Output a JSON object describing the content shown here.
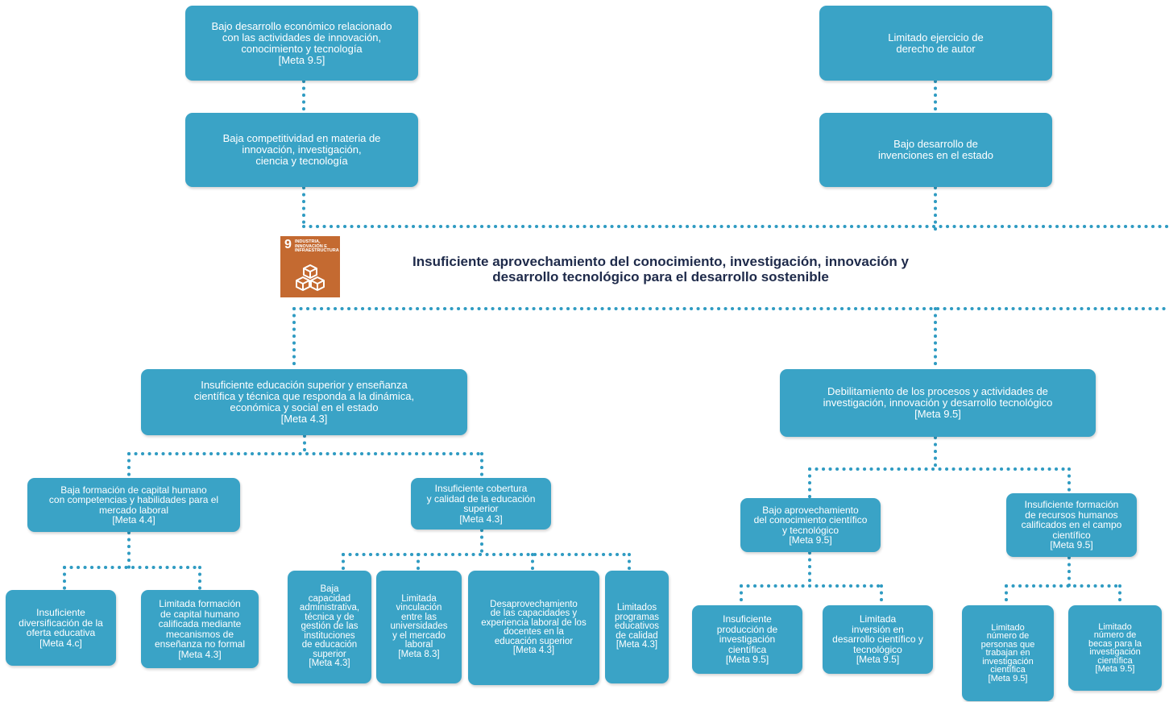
{
  "colors": {
    "box": "#3aa3c6",
    "dots": "#2f9bc2",
    "sdg": "#c46a31",
    "title": "#1e2a4a"
  },
  "sdg": {
    "number": "9",
    "label": "INDUSTRIA,\nINNOVACIÓN E\nINFRAESTRUCTURA",
    "icon": "cubes-icon"
  },
  "central_problem": "Insuficiente aprovechamiento del conocimiento, investigación, innovación y\ndesarrollo tecnológico para el desarrollo sostenible",
  "effects": {
    "left_top": {
      "text": "Bajo desarrollo económico relacionado\ncon las actividades de innovación,\nconocimiento y tecnología",
      "meta": "[Meta 9.5]"
    },
    "left_bottom": {
      "text": "Baja competitividad en materia de\ninnovación, investigación,\nciencia y tecnología"
    },
    "right_top": {
      "text": "Limitado ejercicio de\nderecho de autor"
    },
    "right_bottom": {
      "text": "Bajo desarrollo de\ninvenciones en el estado"
    }
  },
  "causes": {
    "left": {
      "text": "Insuficiente educación superior y enseñanza\ncientífica y técnica que responda a la dinámica,\neconómica y social en el estado",
      "meta": "[Meta 4.3]",
      "a": {
        "text": "Baja formación de capital humano\ncon competencias y habilidades para el\nmercado laboral",
        "meta": "[Meta 4.4]",
        "a1": {
          "text": "Insuficiente\ndiversificación de la\noferta educativa",
          "meta": "[Meta 4.c]"
        },
        "a2": {
          "text": "Limitada formación\nde capital humano\ncalificada mediante\nmecanismos de\nenseñanza no formal",
          "meta": "[Meta 4.3]"
        }
      },
      "b": {
        "text": "Insuficiente cobertura\ny calidad de la educación\nsuperior",
        "meta": "[Meta 4.3]",
        "b1": {
          "text": "Baja\ncapacidad\nadministrativa,\ntécnica y de\ngestión de las\ninstituciones\nde educación\nsuperior",
          "meta": "[Meta 4.3]"
        },
        "b2": {
          "text": "Limitada\nvinculación\nentre las\nuniversidades\ny el mercado\nlaboral",
          "meta": "[Meta 8.3]"
        },
        "b3": {
          "text": "Desaprovechamiento\nde las capacidades y\nexperiencia laboral de los\ndocentes en la\neducación superior",
          "meta": "[Meta 4.3]"
        },
        "b4": {
          "text": "Limitados\nprogramas\neducativos\nde calidad",
          "meta": "[Meta 4.3]"
        }
      }
    },
    "right": {
      "text": "Debilitamiento de los procesos y actividades de\ninvestigación, innovación y desarrollo tecnológico",
      "meta": "[Meta 9.5]",
      "a": {
        "text": "Bajo aprovechamiento\ndel conocimiento científico\ny tecnológico",
        "meta": "[Meta 9.5]",
        "a1": {
          "text": "Insuficiente\nproducción de\ninvestigación\ncientífica",
          "meta": "[Meta 9.5]"
        },
        "a2": {
          "text": "Limitada\ninversión en\ndesarrollo científico y\ntecnológico",
          "meta": "[Meta 9.5]"
        }
      },
      "b": {
        "text": "Insuficiente formación\nde recursos humanos\ncalificados en el campo\ncientífico",
        "meta": "[Meta 9.5]",
        "b1": {
          "text": "Limitado\nnúmero de\npersonas que\ntrabajan en\ninvestigación\ncientífica",
          "meta": "[Meta 9.5]"
        },
        "b2": {
          "text": "Limitado\nnúmero de\nbecas para la\ninvestigación\ncientífica",
          "meta": "[Meta 9.5]"
        }
      }
    }
  }
}
